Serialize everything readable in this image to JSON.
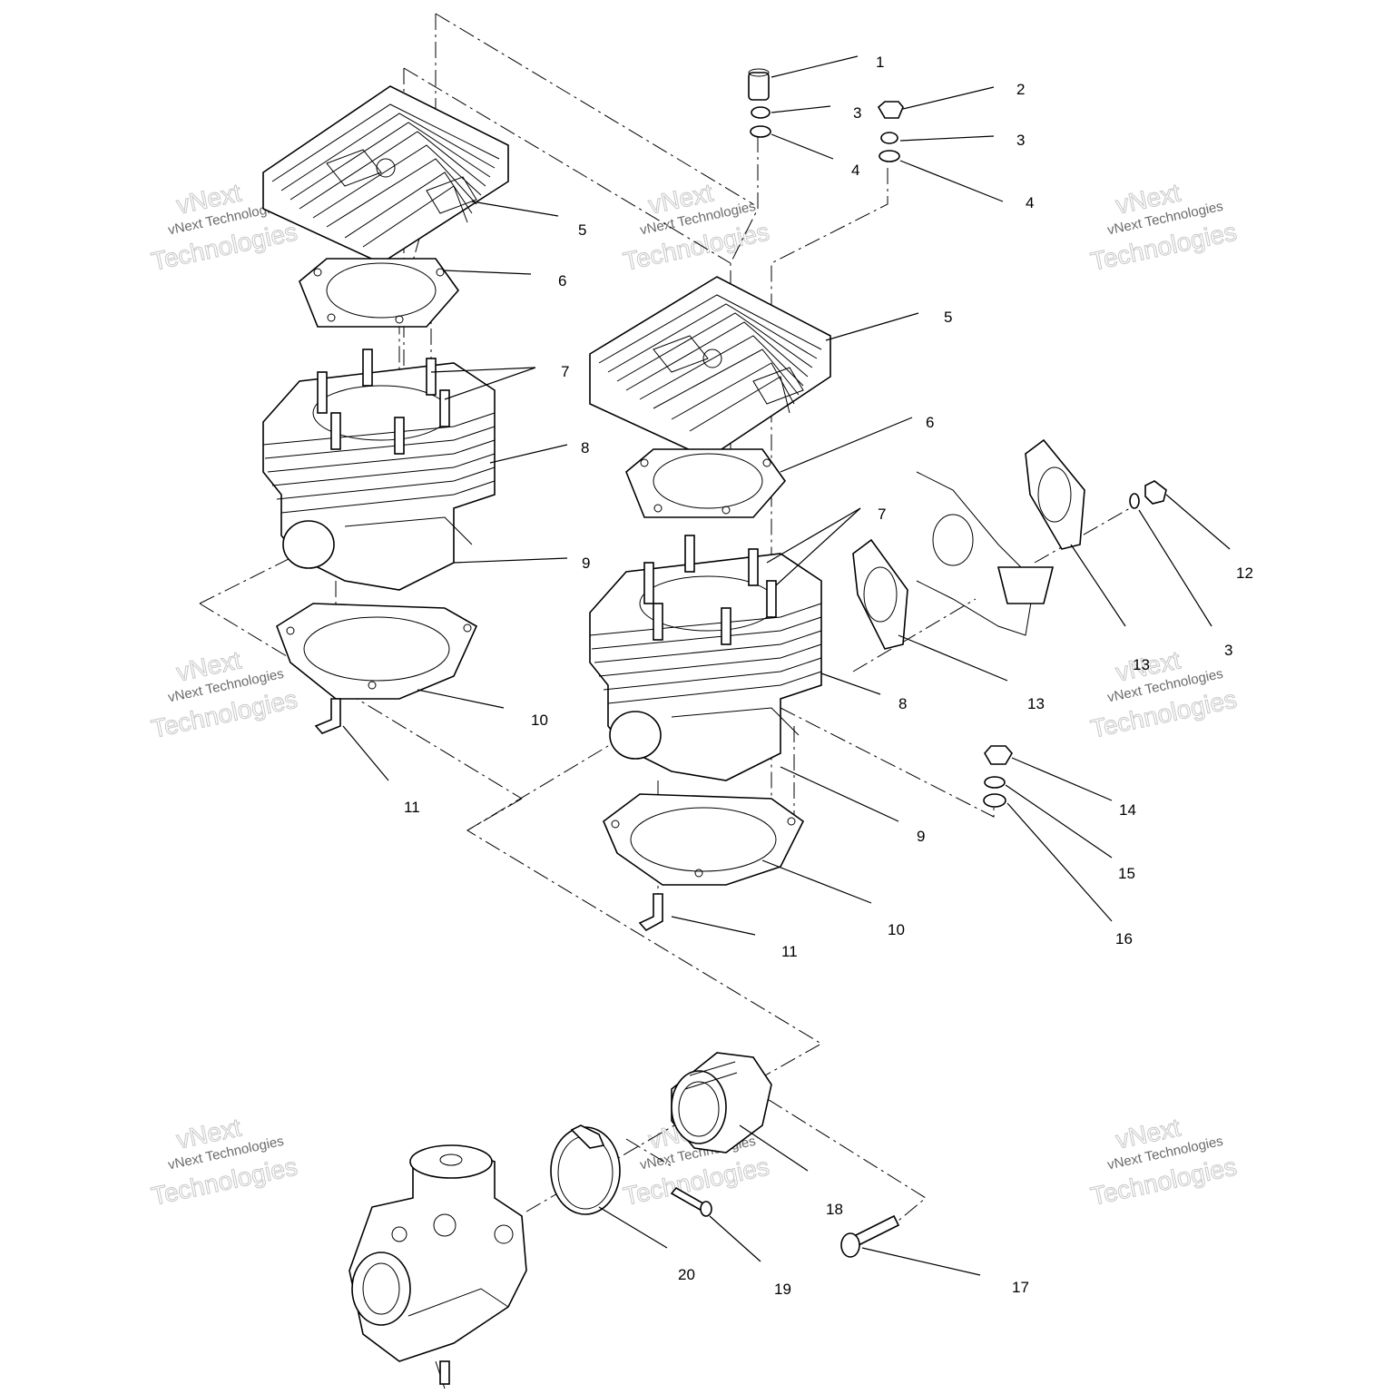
{
  "watermark": {
    "line1": "vNext",
    "line2": "vNext Technologies",
    "line3": "Technologies"
  },
  "callouts": {
    "c1": "1",
    "c2": "2",
    "c3a": "3",
    "c3b": "3",
    "c3c": "3",
    "c4a": "4",
    "c4b": "4",
    "c5a": "5",
    "c5b": "5",
    "c6a": "6",
    "c6b": "6",
    "c7a": "7",
    "c7b": "7",
    "c8a": "8",
    "c8b": "8",
    "c9a": "9",
    "c9b": "9",
    "c10a": "10",
    "c10b": "10",
    "c11a": "11",
    "c11b": "11",
    "c12": "12",
    "c13a": "13",
    "c13b": "13",
    "c14": "14",
    "c15": "15",
    "c16": "16",
    "c17": "17",
    "c18": "18",
    "c19": "19",
    "c20": "20"
  }
}
